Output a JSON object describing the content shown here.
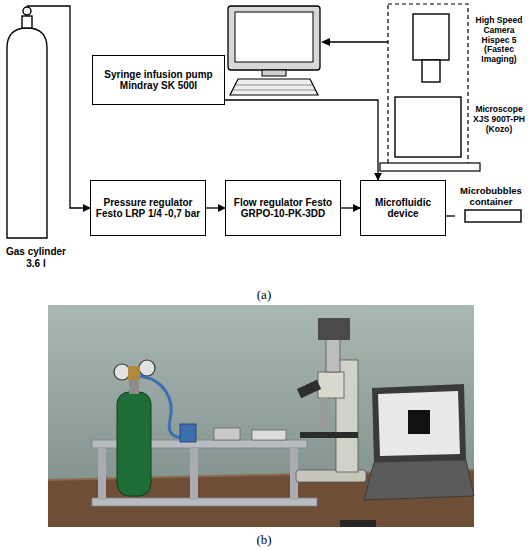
{
  "diagram": {
    "nodes": [
      {
        "text": [
          "Gas cylinder 3.6 l"
        ]
      },
      {
        "text": [
          "Syringe infusion pump Mindray SK 500I"
        ]
      },
      {
        "text": [
          "High Speed Camera Hispec 5 (Fastec Imaging)"
        ]
      },
      {
        "text": [
          "Microscope XJS 900T-PH (Kozo)"
        ]
      },
      {
        "text": [
          "Pressure regulator Festo LRP 1/4 -0,7 bar"
        ]
      },
      {
        "text": [
          "Flow regulator Festo GRPO-10-PK-3DD"
        ]
      },
      {
        "text": [
          "Microfluidic device"
        ]
      },
      {
        "text": [
          "Microbubbles container"
        ]
      }
    ],
    "edges": [
      {
        "from": 0,
        "to": 4,
        "arrow": "to"
      },
      {
        "from": 1,
        "to": 6,
        "arrow": "to"
      },
      {
        "from": 4,
        "to": 5,
        "arrow": "to"
      },
      {
        "from": 5,
        "to": 6,
        "arrow": "to"
      },
      {
        "from": 6,
        "to": 7,
        "arrow": "none"
      }
    ],
    "labels": [
      "(a)",
      "(b)"
    ]
  }
}
